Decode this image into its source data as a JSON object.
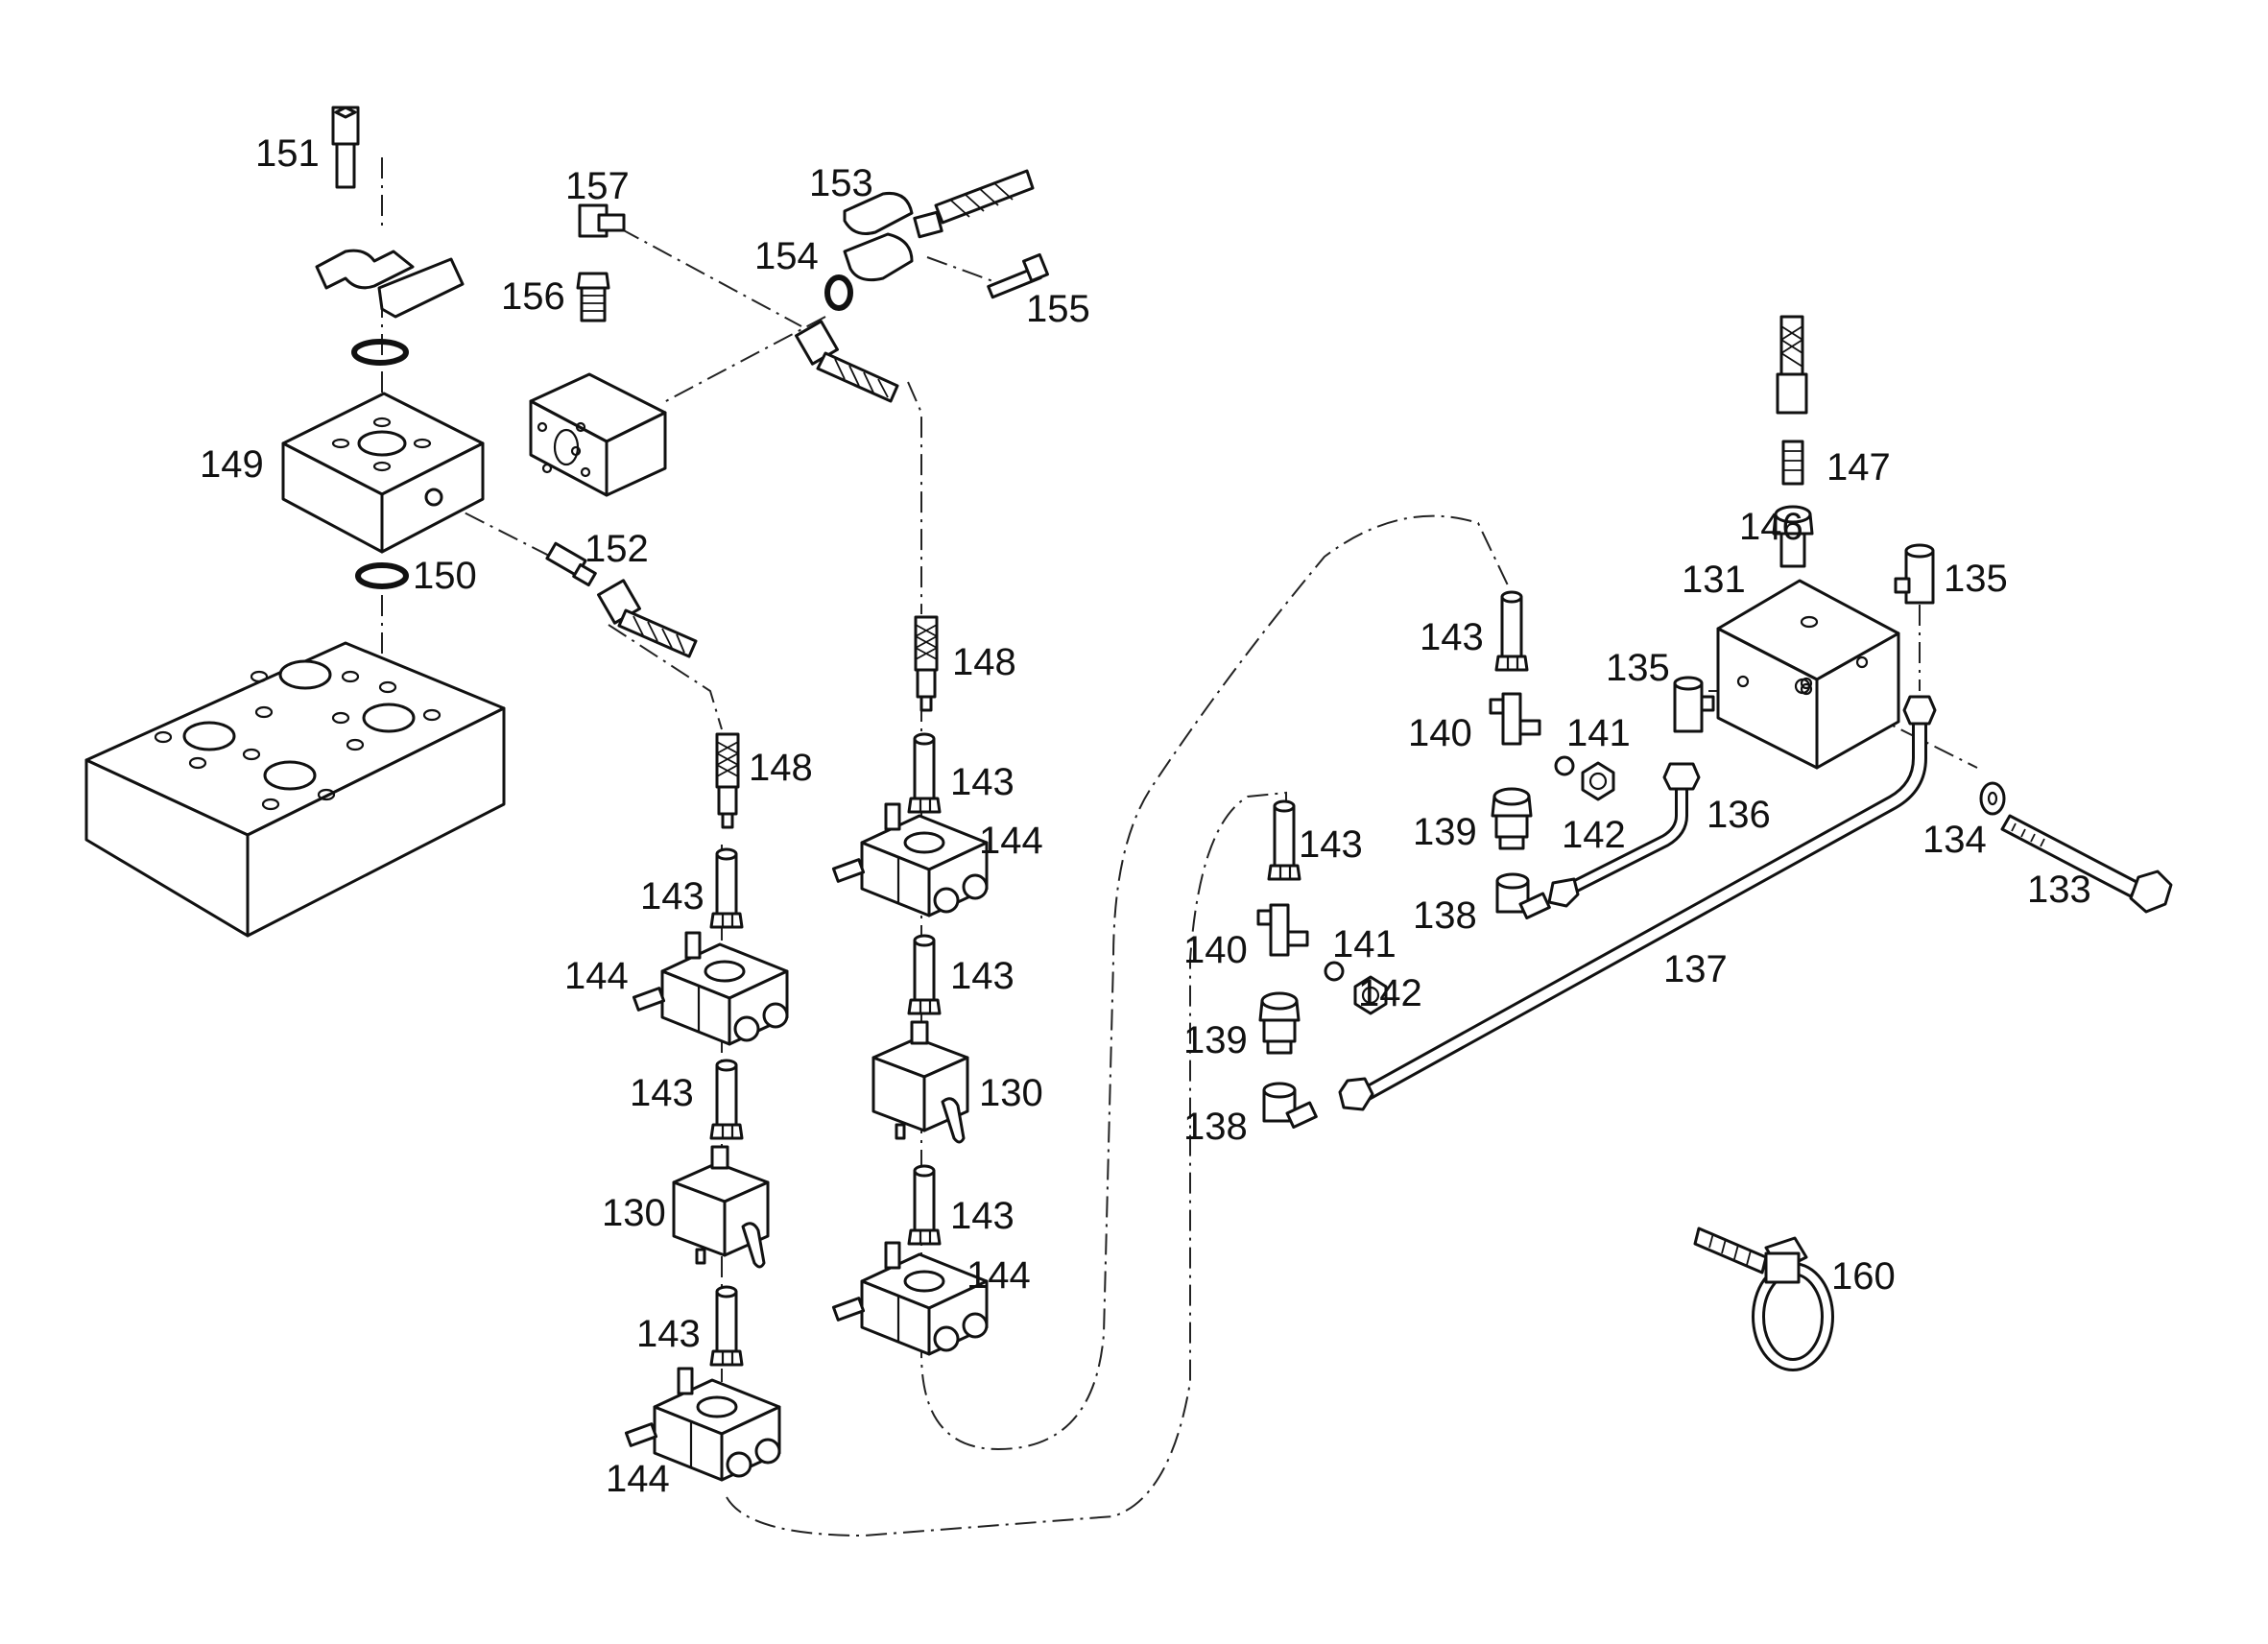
{
  "diagram": {
    "callouts": {
      "c151": "151",
      "c157": "157",
      "c153": "153",
      "c154": "154",
      "c156": "156",
      "c155": "155",
      "c149": "149",
      "c150": "150",
      "c152": "152",
      "c148a": "148",
      "c148b": "148",
      "c143a": "143",
      "c143b": "143",
      "c143c": "143",
      "c143d": "143",
      "c143e": "143",
      "c143f": "143",
      "c143g": "143",
      "c143h": "143",
      "c144a": "144",
      "c144b": "144",
      "c144c": "144",
      "c144d": "144",
      "c130a": "130",
      "c130b": "130",
      "c147": "147",
      "c146": "146",
      "c131": "131",
      "c135a": "135",
      "c135b": "135",
      "c140a": "140",
      "c141a": "141",
      "c139a": "139",
      "c142a": "142",
      "c138a": "138",
      "c140b": "140",
      "c141b": "141",
      "c139b": "139",
      "c142b": "142",
      "c138b": "138",
      "c136": "136",
      "c134": "134",
      "c133": "133",
      "c137": "137",
      "c160": "160"
    }
  }
}
